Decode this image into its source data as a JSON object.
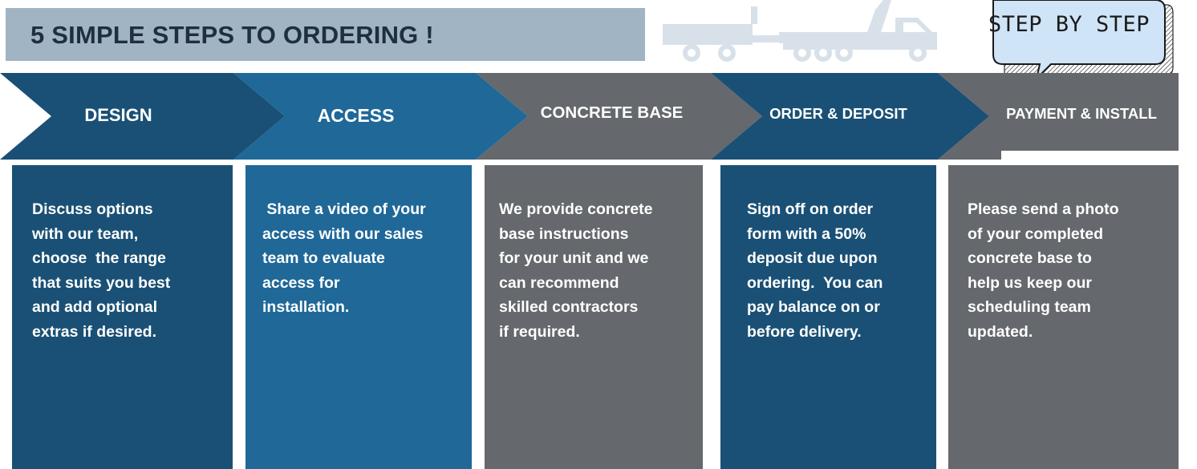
{
  "header": {
    "title": "5 SIMPLE STEPS TO ORDERING !",
    "badge": "STEP BY STEP"
  },
  "colors": {
    "dark_blue": "#1a5075",
    "mid_blue": "#1f6898",
    "gray": "#65686c",
    "title_bar": "#a0b4c4",
    "truck": "#d8e1ea"
  },
  "steps": [
    {
      "label": "DESIGN",
      "text": "Discuss options\nwith our team,\nchoose  the range\nthat suits you best\nand add optional\nextras if desired."
    },
    {
      "label": "ACCESS",
      "text": " Share a video of your\naccess with our sales\nteam to evaluate\naccess for\ninstallation."
    },
    {
      "label": "CONCRETE BASE",
      "text": "We provide concrete\nbase instructions\nfor your unit and we\ncan recommend\nskilled contractors\nif required."
    },
    {
      "label": "ORDER & DEPOSIT",
      "text": "Sign off on order\nform with a 50%\ndeposit due upon\nordering.  You can\npay balance on or\nbefore delivery."
    },
    {
      "label": "PAYMENT & INSTALL",
      "text": "Please send a photo\nof your completed\nconcrete base to\nhelp us keep our\nscheduling team\nupdated."
    }
  ]
}
